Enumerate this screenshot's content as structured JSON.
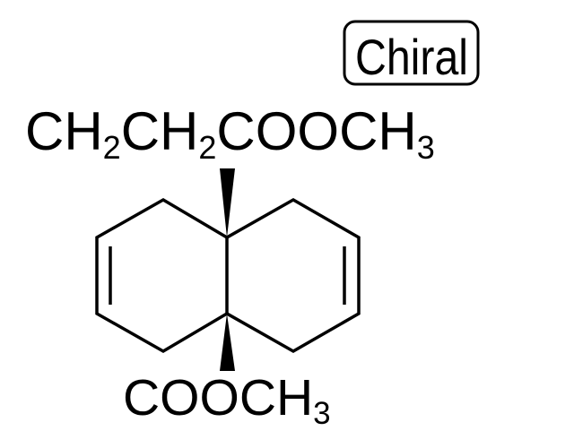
{
  "labels": {
    "chiral": "Chiral",
    "top_substituent": {
      "parts": [
        "CH",
        "2",
        "CH",
        "2",
        "COOCH",
        "3"
      ]
    },
    "bottom_substituent": {
      "parts": [
        "COOCH",
        "3"
      ]
    }
  },
  "colors": {
    "ink": "#000000",
    "background": "#ffffff"
  }
}
